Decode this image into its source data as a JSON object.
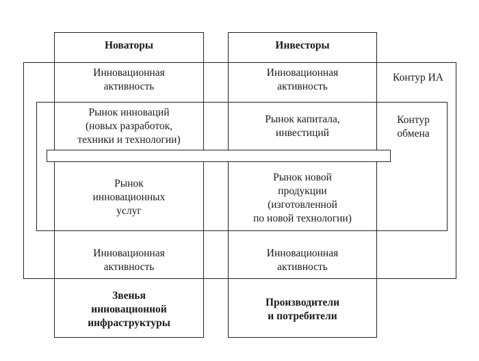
{
  "columns": {
    "left": {
      "header": "Новаторы",
      "footer": "Звенья\nинновационной\nинфраструктуры"
    },
    "right": {
      "header": "Инвесторы",
      "footer": "Производители\nи потребители"
    }
  },
  "cells": {
    "left_top_activity": "Инновационная\nактивность",
    "right_top_activity": "Инновационная\nактивность",
    "left_market_innovations": "Рынок инноваций\n(новых разработок,\nтехники и технологии)",
    "right_market_capital": "Рынок капитала,\nинвестиций",
    "left_market_services": "Рынок\nинновационных\nуслуг",
    "right_market_products": "Рынок новой\nпродукции\n(изготовленной\nпо новой технологии)",
    "left_bottom_activity": "Инновационная\nактивность",
    "right_bottom_activity": "Инновационная\nактивность"
  },
  "contours": {
    "ia": "Контур ИА",
    "exchange": "Контур\nобмена"
  }
}
